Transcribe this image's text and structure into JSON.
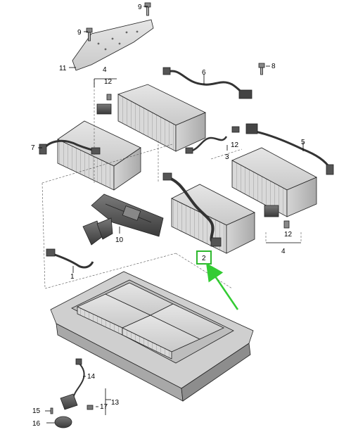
{
  "diagram": {
    "callouts": [
      {
        "id": "c1",
        "text": "1"
      },
      {
        "id": "c2",
        "text": "2"
      },
      {
        "id": "c3",
        "text": "3"
      },
      {
        "id": "c4a",
        "text": "4"
      },
      {
        "id": "c4b",
        "text": "4"
      },
      {
        "id": "c5",
        "text": "5"
      },
      {
        "id": "c6",
        "text": "6"
      },
      {
        "id": "c7",
        "text": "7"
      },
      {
        "id": "c8",
        "text": "8"
      },
      {
        "id": "c9a",
        "text": "9"
      },
      {
        "id": "c9b",
        "text": "9"
      },
      {
        "id": "c10",
        "text": "10"
      },
      {
        "id": "c11",
        "text": "11"
      },
      {
        "id": "c12a",
        "text": "12"
      },
      {
        "id": "c12b",
        "text": "12"
      },
      {
        "id": "c12c",
        "text": "12"
      },
      {
        "id": "c13",
        "text": "13"
      },
      {
        "id": "c14",
        "text": "14"
      },
      {
        "id": "c15",
        "text": "15"
      },
      {
        "id": "c16",
        "text": "16"
      },
      {
        "id": "c17",
        "text": "17"
      }
    ],
    "highlight": {
      "callout": "2",
      "color": "#2db82d",
      "arrow_color": "#33cc33"
    }
  }
}
